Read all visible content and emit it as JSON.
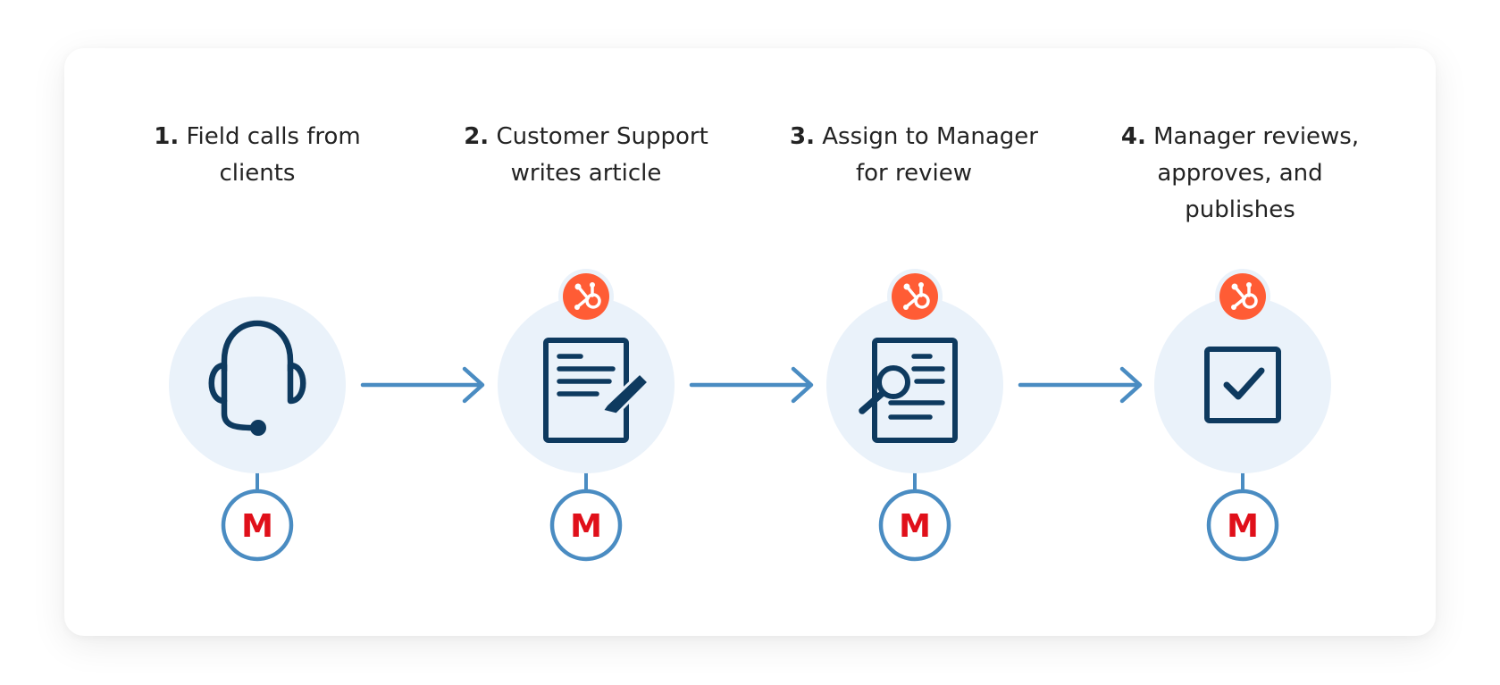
{
  "steps": [
    {
      "num": "1.",
      "text": "Field calls from clients",
      "icon": "headset-icon",
      "badge": "none",
      "marker": "M"
    },
    {
      "num": "2.",
      "text": "Customer Support writes article",
      "icon": "document-edit-icon",
      "badge": "hubspot-icon",
      "marker": "M"
    },
    {
      "num": "3.",
      "text": "Assign to Manager for review",
      "icon": "document-search-icon",
      "badge": "hubspot-icon",
      "marker": "M"
    },
    {
      "num": "4.",
      "text": "Manager reviews, approves, and publishes",
      "icon": "checkbox-icon",
      "badge": "hubspot-icon",
      "marker": "M"
    }
  ],
  "colors": {
    "circle_bg": "#eaf2fa",
    "navy": "#0e3a5f",
    "arrow_blue": "#4a8cc2",
    "hubspot_orange": "#ff5c35",
    "marker_red": "#e0101a",
    "text": "#232323"
  }
}
